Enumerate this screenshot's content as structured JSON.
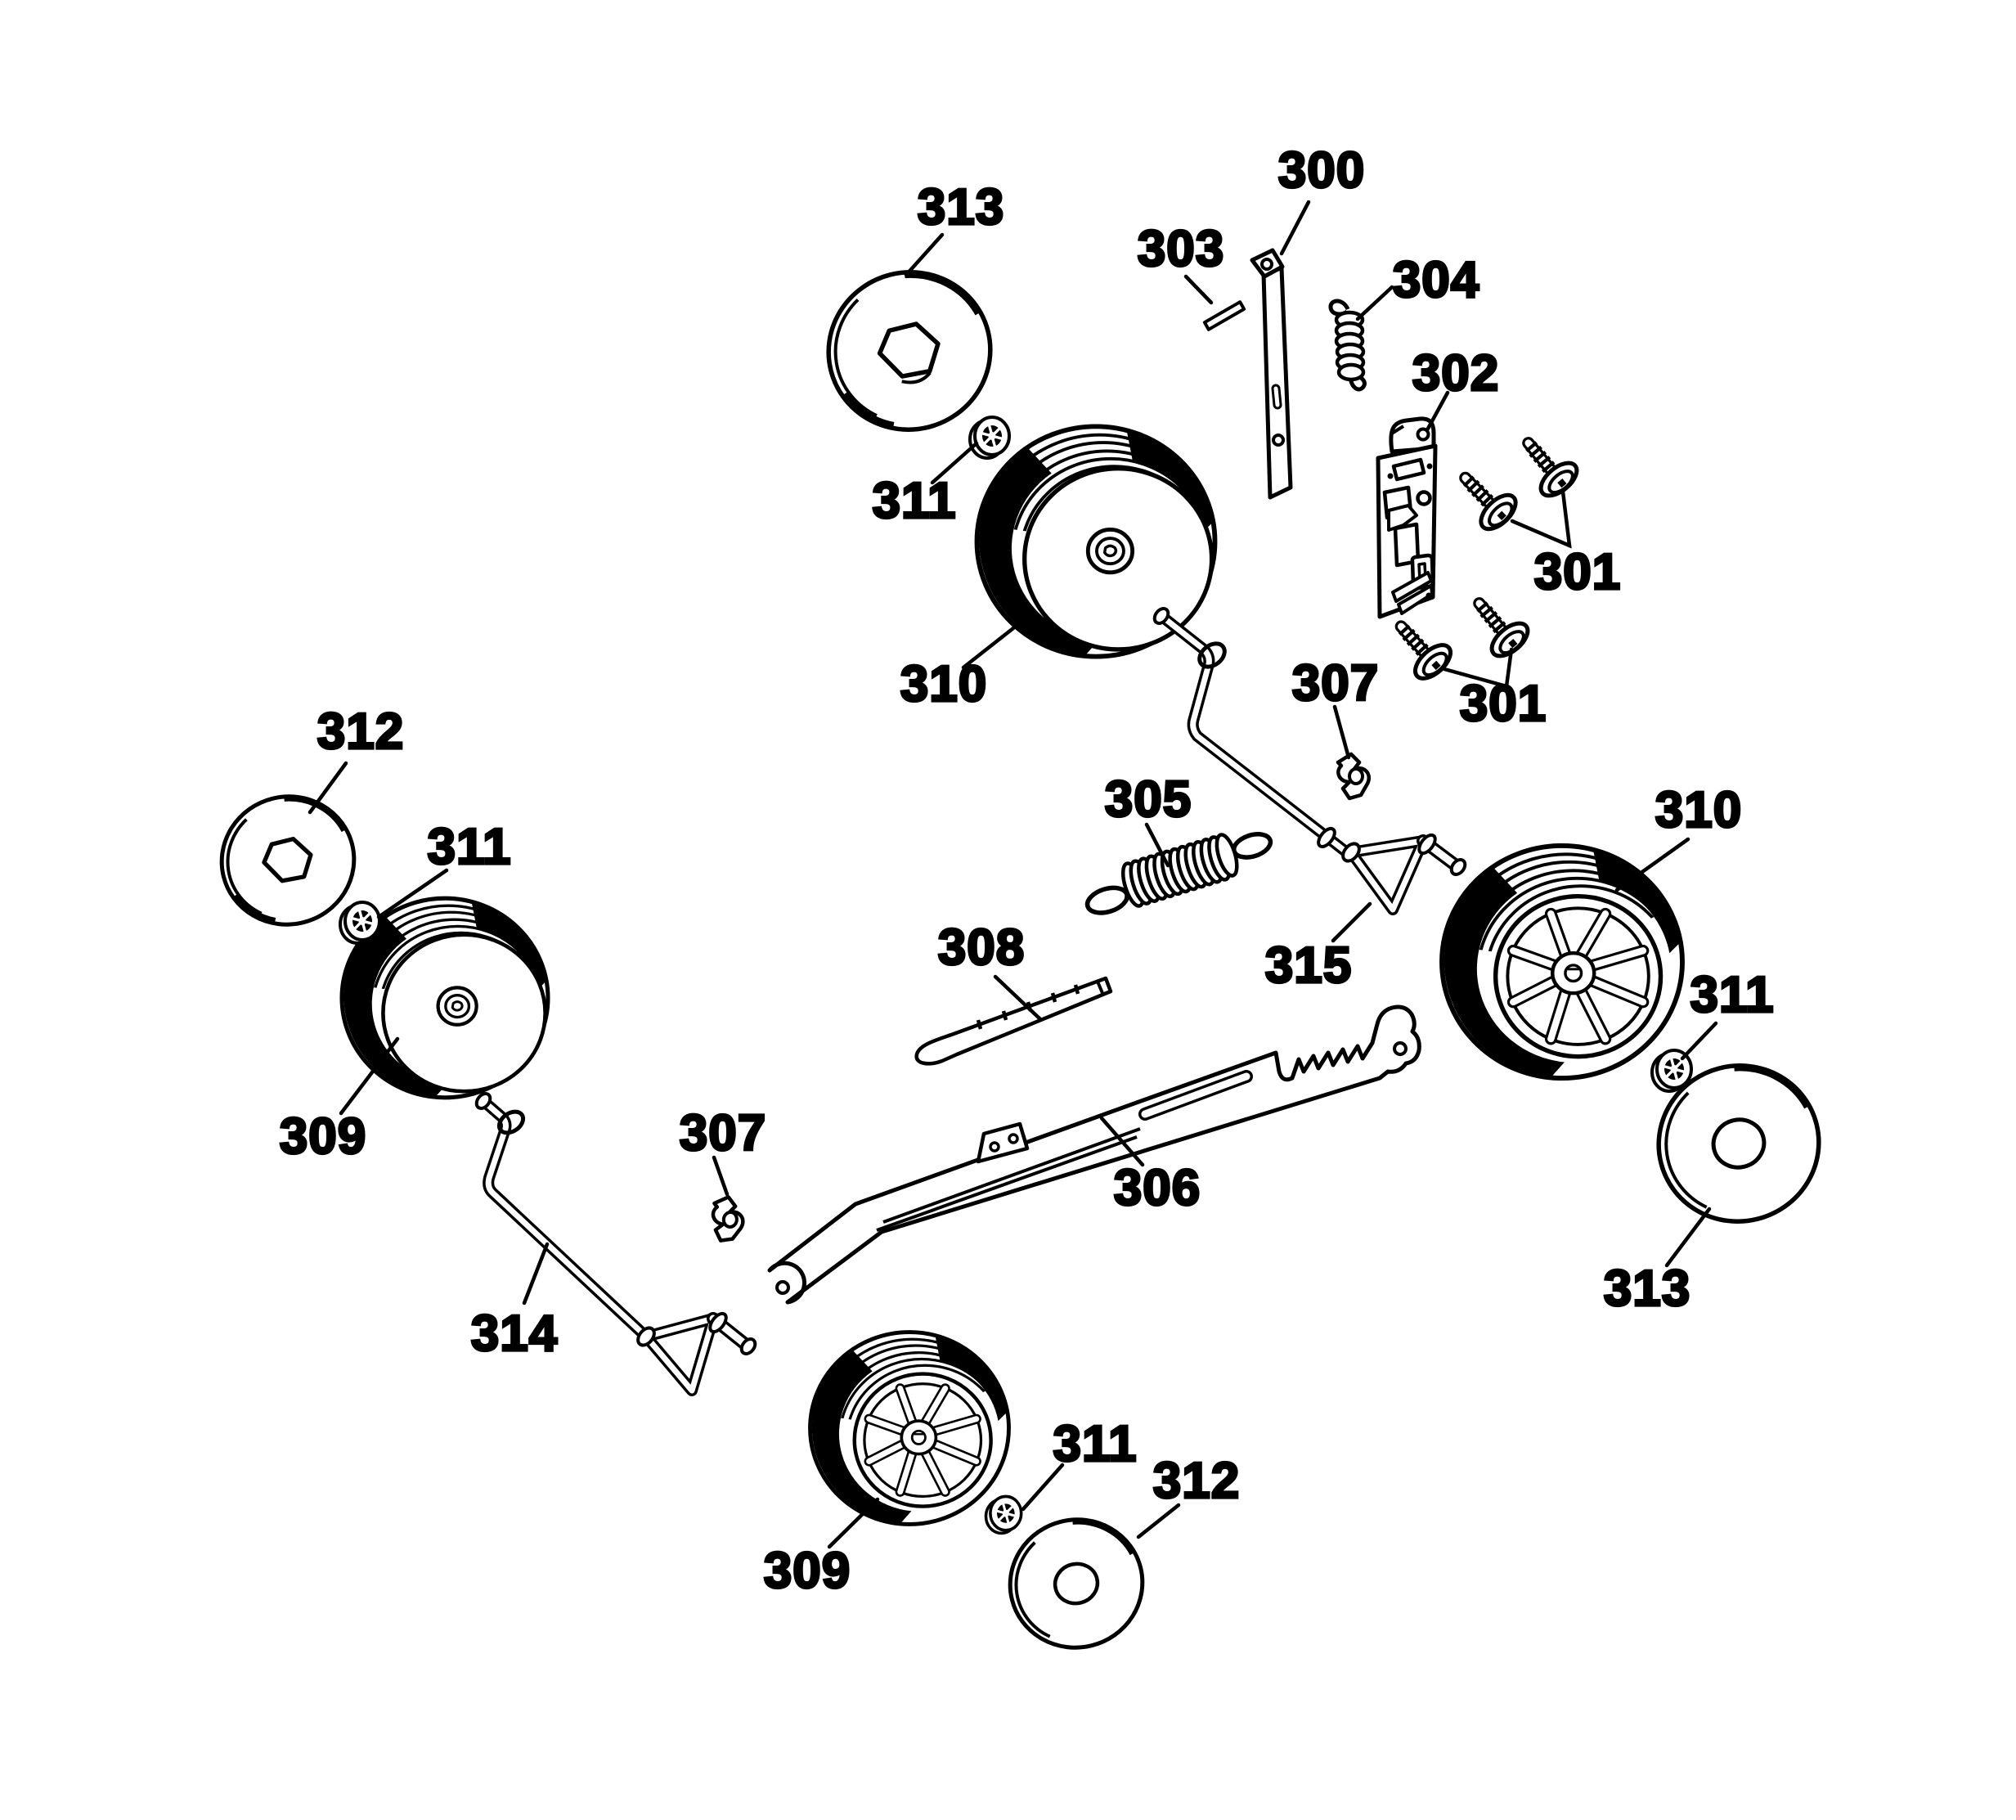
{
  "palette": {
    "ink": "#000000",
    "paper": "#ffffff"
  },
  "callouts": [
    {
      "number": "313",
      "part": "wheel-cover-hex-bore"
    },
    {
      "number": "303",
      "part": "pin"
    },
    {
      "number": "300",
      "part": "bracket-bar"
    },
    {
      "number": "304",
      "part": "spring"
    },
    {
      "number": "302",
      "part": "adjuster-plate"
    },
    {
      "number": "301",
      "part": "screws-upper"
    },
    {
      "number": "311",
      "part": "lock-washer"
    },
    {
      "number": "310",
      "part": "wheel"
    },
    {
      "number": "307",
      "part": "clip"
    },
    {
      "number": "301",
      "part": "screws-lower"
    },
    {
      "number": "312",
      "part": "wheel-cover"
    },
    {
      "number": "311",
      "part": "lock-washer"
    },
    {
      "number": "305",
      "part": "extension-spring"
    },
    {
      "number": "310",
      "part": "wheel"
    },
    {
      "number": "315",
      "part": "axle-arm"
    },
    {
      "number": "308",
      "part": "index-bar"
    },
    {
      "number": "311",
      "part": "lock-washer"
    },
    {
      "number": "309",
      "part": "wheel"
    },
    {
      "number": "307",
      "part": "clip"
    },
    {
      "number": "306",
      "part": "adjuster-lever"
    },
    {
      "number": "313",
      "part": "wheel-cover"
    },
    {
      "number": "314",
      "part": "axle-arm"
    },
    {
      "number": "309",
      "part": "wheel"
    },
    {
      "number": "311",
      "part": "lock-washer"
    },
    {
      "number": "312",
      "part": "wheel-cover"
    }
  ]
}
